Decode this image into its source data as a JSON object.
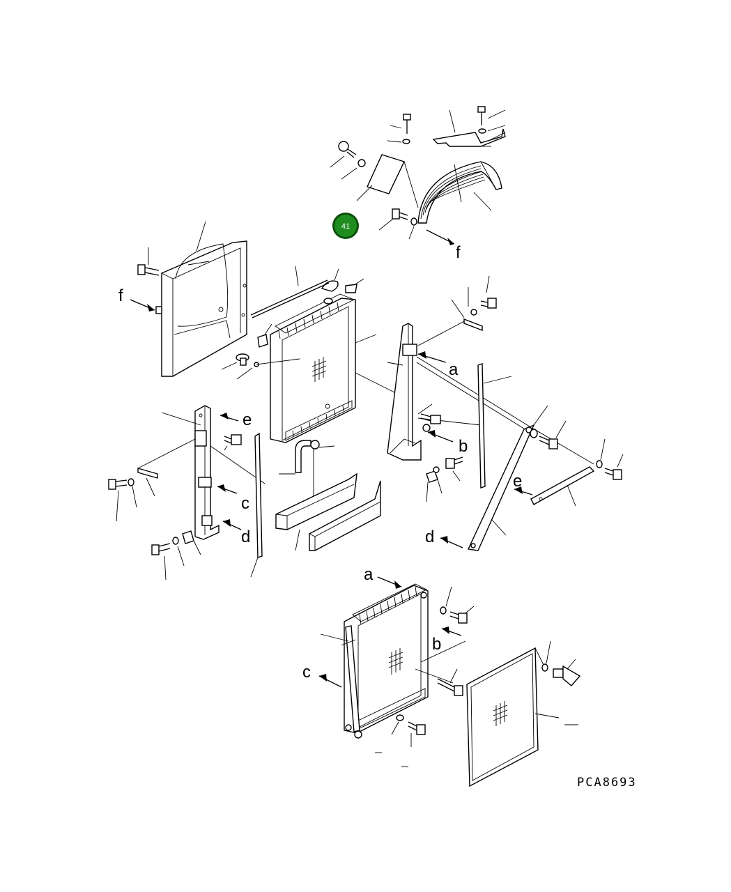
{
  "diagram": {
    "drawing_code": "PCA8693",
    "badge_number": "41",
    "badge_color": "#1e8c1e",
    "reference_letters": [
      "f",
      "f",
      "a",
      "e",
      "e",
      "b",
      "c",
      "d",
      "d",
      "a",
      "b",
      "c"
    ]
  }
}
